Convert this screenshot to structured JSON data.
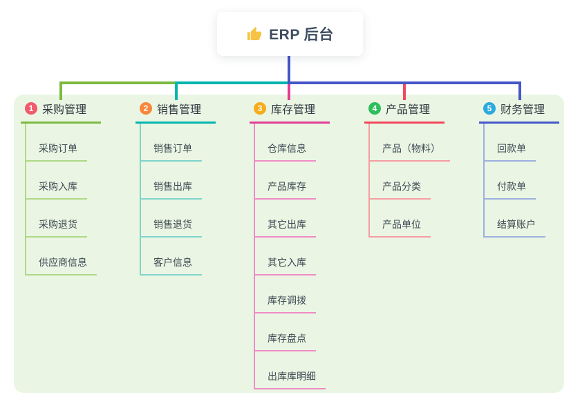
{
  "root": {
    "title": "ERP 后台",
    "icon": "thumbs-up-icon",
    "icon_color": "#F6C344"
  },
  "canvas": {
    "panel_background": "#EAF6E3",
    "page_background": "#ffffff",
    "trunk_color": "#4456C8"
  },
  "branches": [
    {
      "index": "1",
      "label": "采购管理",
      "badge_color": "#F15B6C",
      "line_color": "#7CB93F",
      "item_line_color": "#AFD887",
      "items": [
        "采购订单",
        "采购入库",
        "采购退货",
        "供应商信息"
      ]
    },
    {
      "index": "2",
      "label": "销售管理",
      "badge_color": "#F8873C",
      "line_color": "#00B5AD",
      "item_line_color": "#7FD4CC",
      "items": [
        "销售订单",
        "销售出库",
        "销售退货",
        "客户信息"
      ]
    },
    {
      "index": "3",
      "label": "库存管理",
      "badge_color": "#F8AC1C",
      "line_color": "#E23C96",
      "item_line_color": "#F08BC5",
      "items": [
        "仓库信息",
        "产品库存",
        "其它出库",
        "其它入库",
        "库存调拨",
        "库存盘点",
        "出库库明细"
      ]
    },
    {
      "index": "4",
      "label": "产品管理",
      "badge_color": "#2EBE5B",
      "line_color": "#F0485C",
      "item_line_color": "#F79CA3",
      "items": [
        "产品（物料）",
        "产品分类",
        "产品单位"
      ]
    },
    {
      "index": "5",
      "label": "财务管理",
      "badge_color": "#2CA9E1",
      "line_color": "#4456C8",
      "item_line_color": "#9DAFE0",
      "items": [
        "回款单",
        "付款单",
        "结算账户"
      ]
    }
  ]
}
